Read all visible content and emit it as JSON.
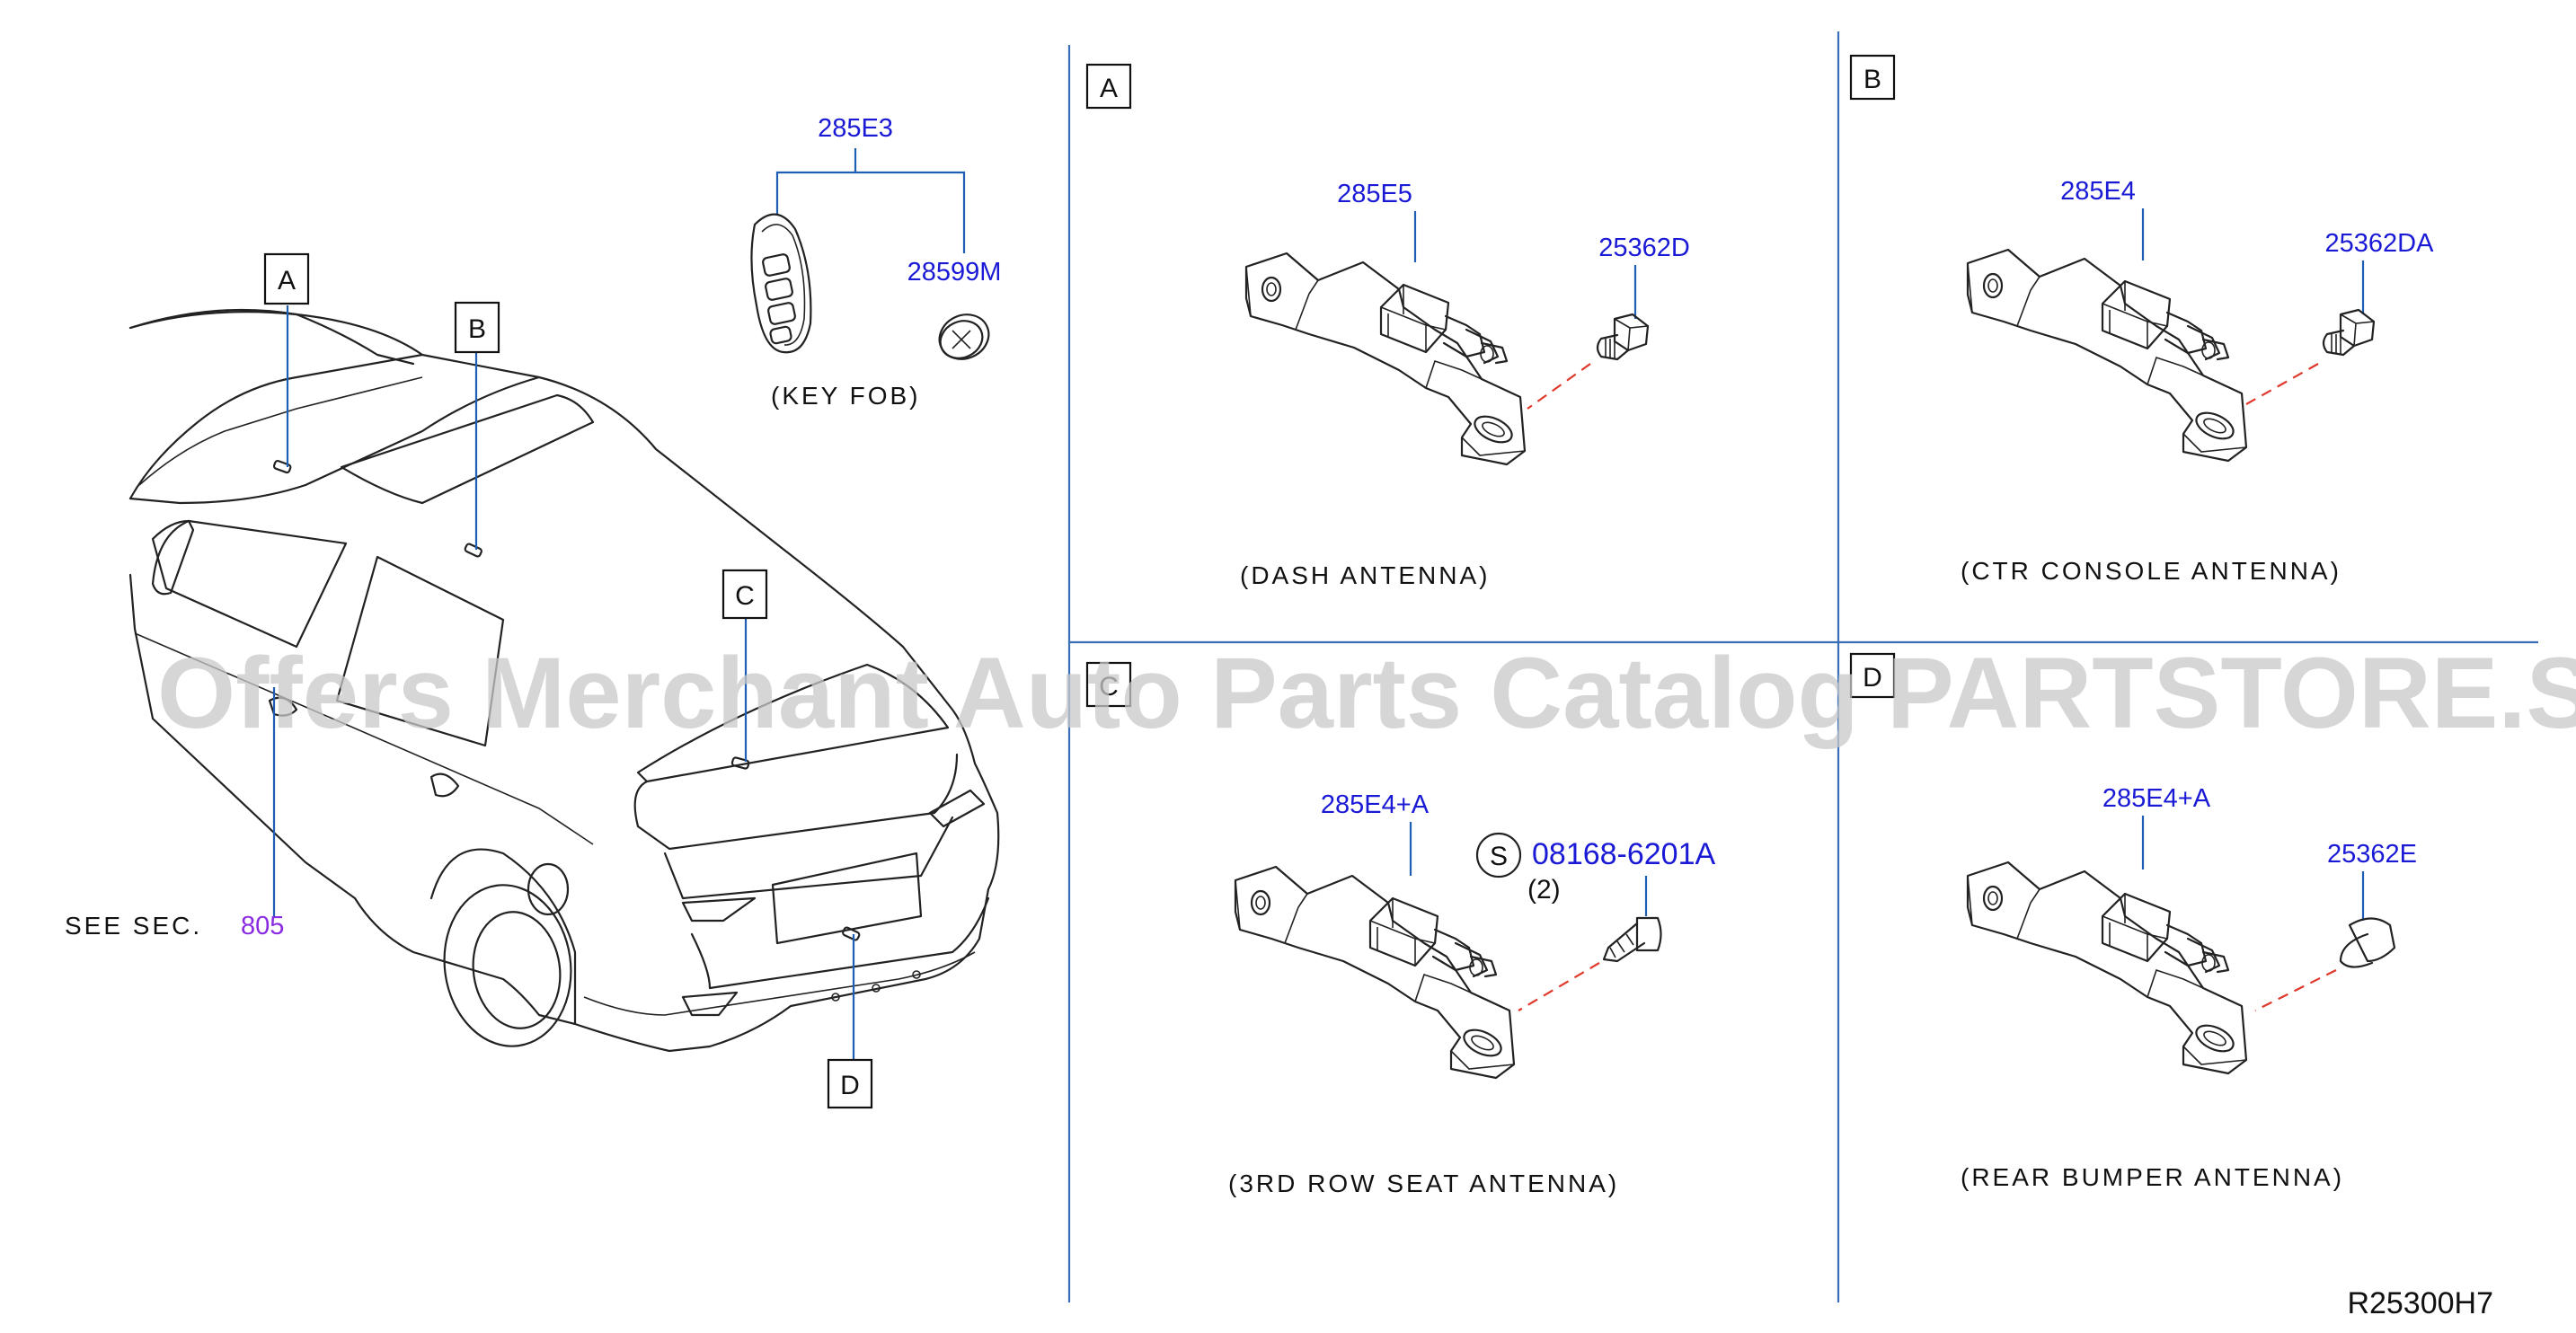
{
  "watermark": "Offers Merchant Auto Parts Catalog PARTSTORE.SA",
  "figure_code": "R25300H7",
  "vehicle": {
    "callouts": [
      "A",
      "B",
      "C",
      "D"
    ],
    "see_section_label": "SEE   SEC.",
    "see_section_number": "805"
  },
  "key_fob": {
    "part_number": "285E3",
    "battery_part": "28599M",
    "caption": "(KEY   FOB)"
  },
  "panels": [
    {
      "letter": "A",
      "antenna_part": "285E5",
      "fastener_part": "25362D",
      "caption": "(DASH    ANTENNA)"
    },
    {
      "letter": "B",
      "antenna_part": "285E4",
      "fastener_part": "25362DA",
      "caption": "(CTR    CONSOLE    ANTENNA)"
    },
    {
      "letter": "C",
      "antenna_part": "285E4+A",
      "fastener_part": "08168-6201A",
      "fastener_symbol": "S",
      "fastener_qty": "(2)",
      "caption": "(3RD    ROW    SEAT    ANTENNA)"
    },
    {
      "letter": "D",
      "antenna_part": "285E4+A",
      "fastener_part": "25362E",
      "caption": "(REAR    BUMPER    ANTENNA)"
    }
  ],
  "colors": {
    "part_number": "#1a1ad6",
    "section_link": "#8a2be2",
    "leader_line": "#1f5fb3",
    "divider": "#3a6fb8",
    "hidden_line": "#e0392b",
    "watermark": "#c8c8c8"
  }
}
